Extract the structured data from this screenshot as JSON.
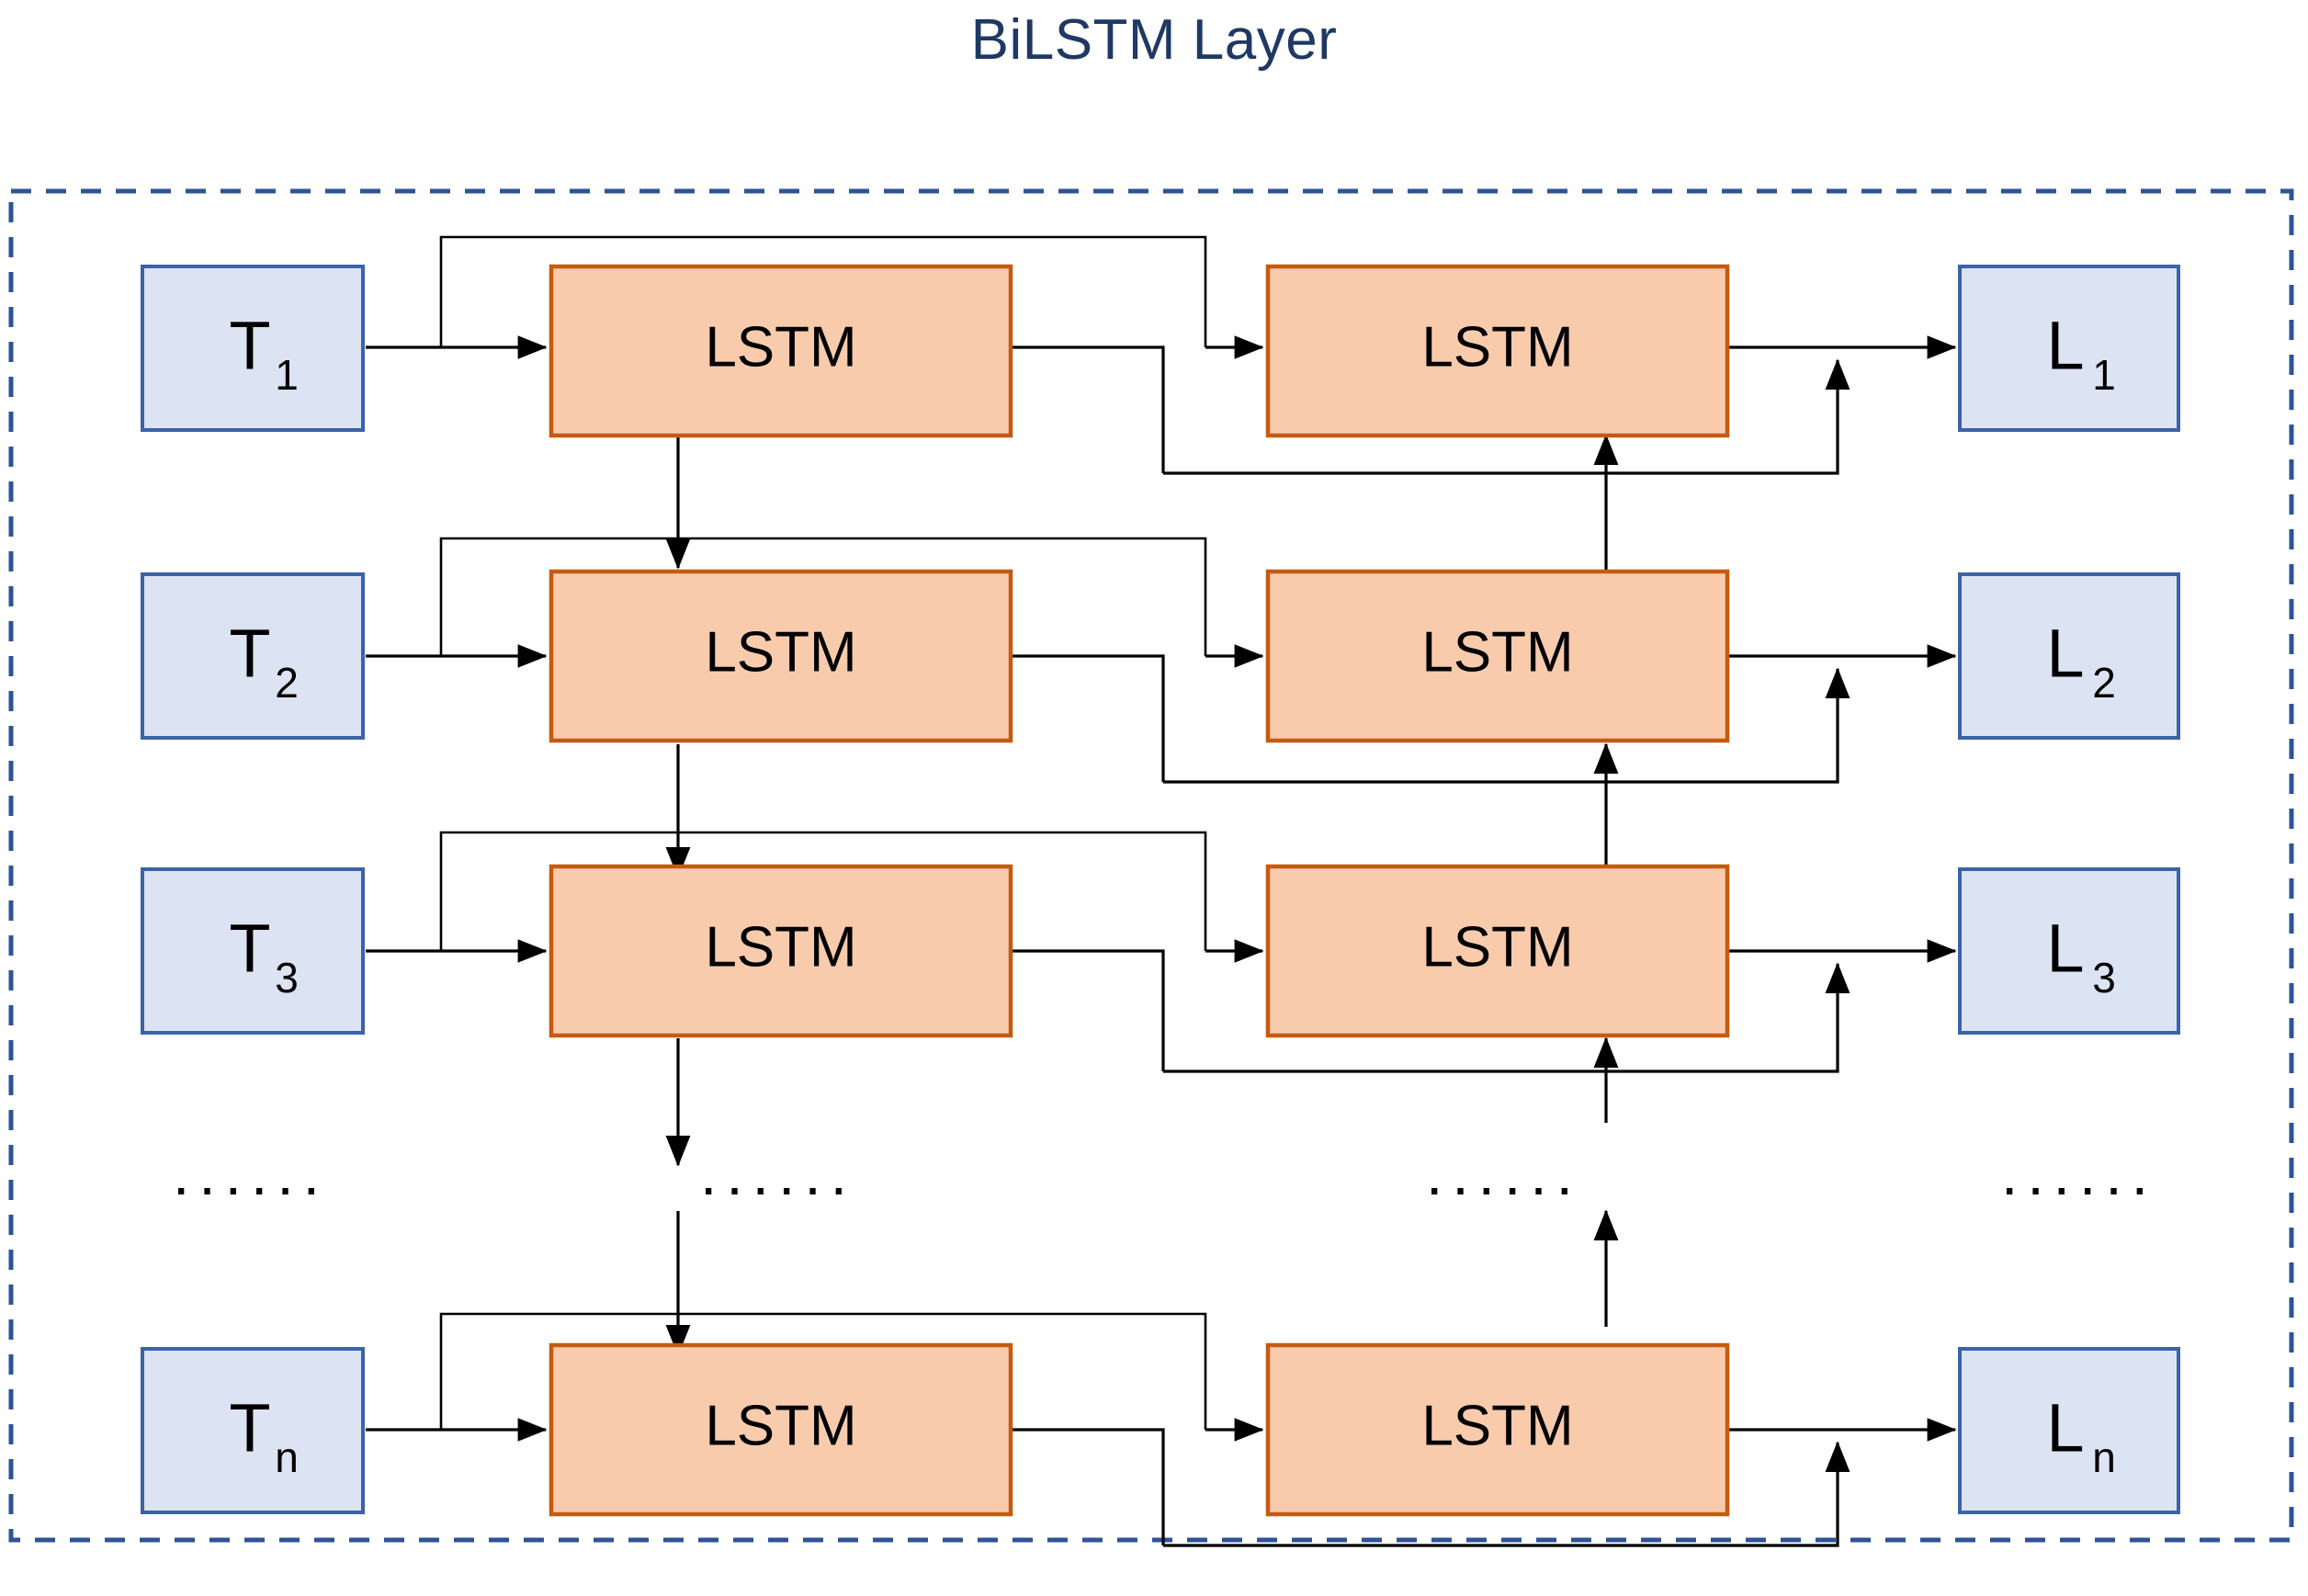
{
  "title": "BiLSTM Layer",
  "colors": {
    "title": "#1f3864",
    "container_border": "#2e5496",
    "io_fill": "#dce3f2",
    "io_border": "#3a63a8",
    "lstm_fill": "#f8cbad",
    "lstm_border": "#c55a11",
    "wire": "#000000",
    "background": "#ffffff"
  },
  "container": {
    "label": "bilstm-layer-container",
    "style": "dashed"
  },
  "rows": [
    {
      "id": "row-1",
      "input": {
        "base": "T",
        "sub": "1"
      },
      "forward": {
        "label": "LSTM"
      },
      "backward": {
        "label": "LSTM"
      },
      "output": {
        "base": "L",
        "sub": "1"
      }
    },
    {
      "id": "row-2",
      "input": {
        "base": "T",
        "sub": "2"
      },
      "forward": {
        "label": "LSTM"
      },
      "backward": {
        "label": "LSTM"
      },
      "output": {
        "base": "L",
        "sub": "2"
      }
    },
    {
      "id": "row-3",
      "input": {
        "base": "T",
        "sub": "3"
      },
      "forward": {
        "label": "LSTM"
      },
      "backward": {
        "label": "LSTM"
      },
      "output": {
        "base": "L",
        "sub": "3"
      }
    },
    {
      "id": "row-ellipsis",
      "input": {
        "base": "······",
        "sub": ""
      },
      "forward": {
        "label": "······"
      },
      "backward": {
        "label": "······"
      },
      "output": {
        "base": "······",
        "sub": ""
      }
    },
    {
      "id": "row-n",
      "input": {
        "base": "T",
        "sub": "n"
      },
      "forward": {
        "label": "LSTM"
      },
      "backward": {
        "label": "LSTM"
      },
      "output": {
        "base": "L",
        "sub": "n"
      }
    }
  ],
  "ellipsis": {
    "input_dots": "......",
    "forward_dots": "......",
    "backward_dots": "......",
    "output_dots": "......"
  }
}
